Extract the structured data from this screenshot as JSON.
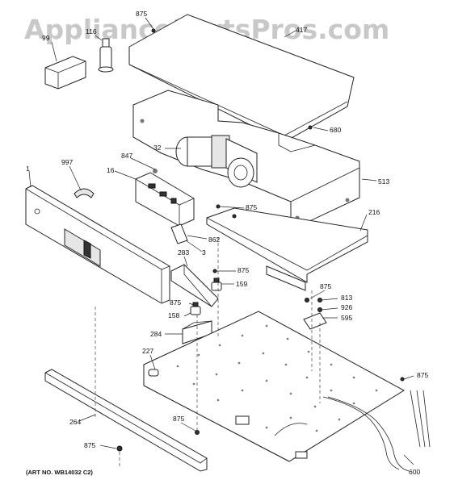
{
  "watermark": "AppliancePartsPros.com",
  "art_number": "(ART NO. WB14032 C2)",
  "callouts": {
    "c875a": "875",
    "c99": "99",
    "c116": "116",
    "c417": "417",
    "c680": "680",
    "c32": "32",
    "c847": "847",
    "c16": "16",
    "c997": "997",
    "c1": "1",
    "c513": "513",
    "c875b": "875",
    "c216": "216",
    "c862": "862",
    "c283": "283",
    "c3": "3",
    "c875c": "875",
    "c159": "159",
    "c875d": "875",
    "c158": "158",
    "c875e": "875",
    "c813": "813",
    "c926": "926",
    "c595": "595",
    "c284": "284",
    "c227": "227",
    "c875f": "875",
    "c264": "264",
    "c875g": "875",
    "c875h": "875",
    "c600": "600"
  }
}
